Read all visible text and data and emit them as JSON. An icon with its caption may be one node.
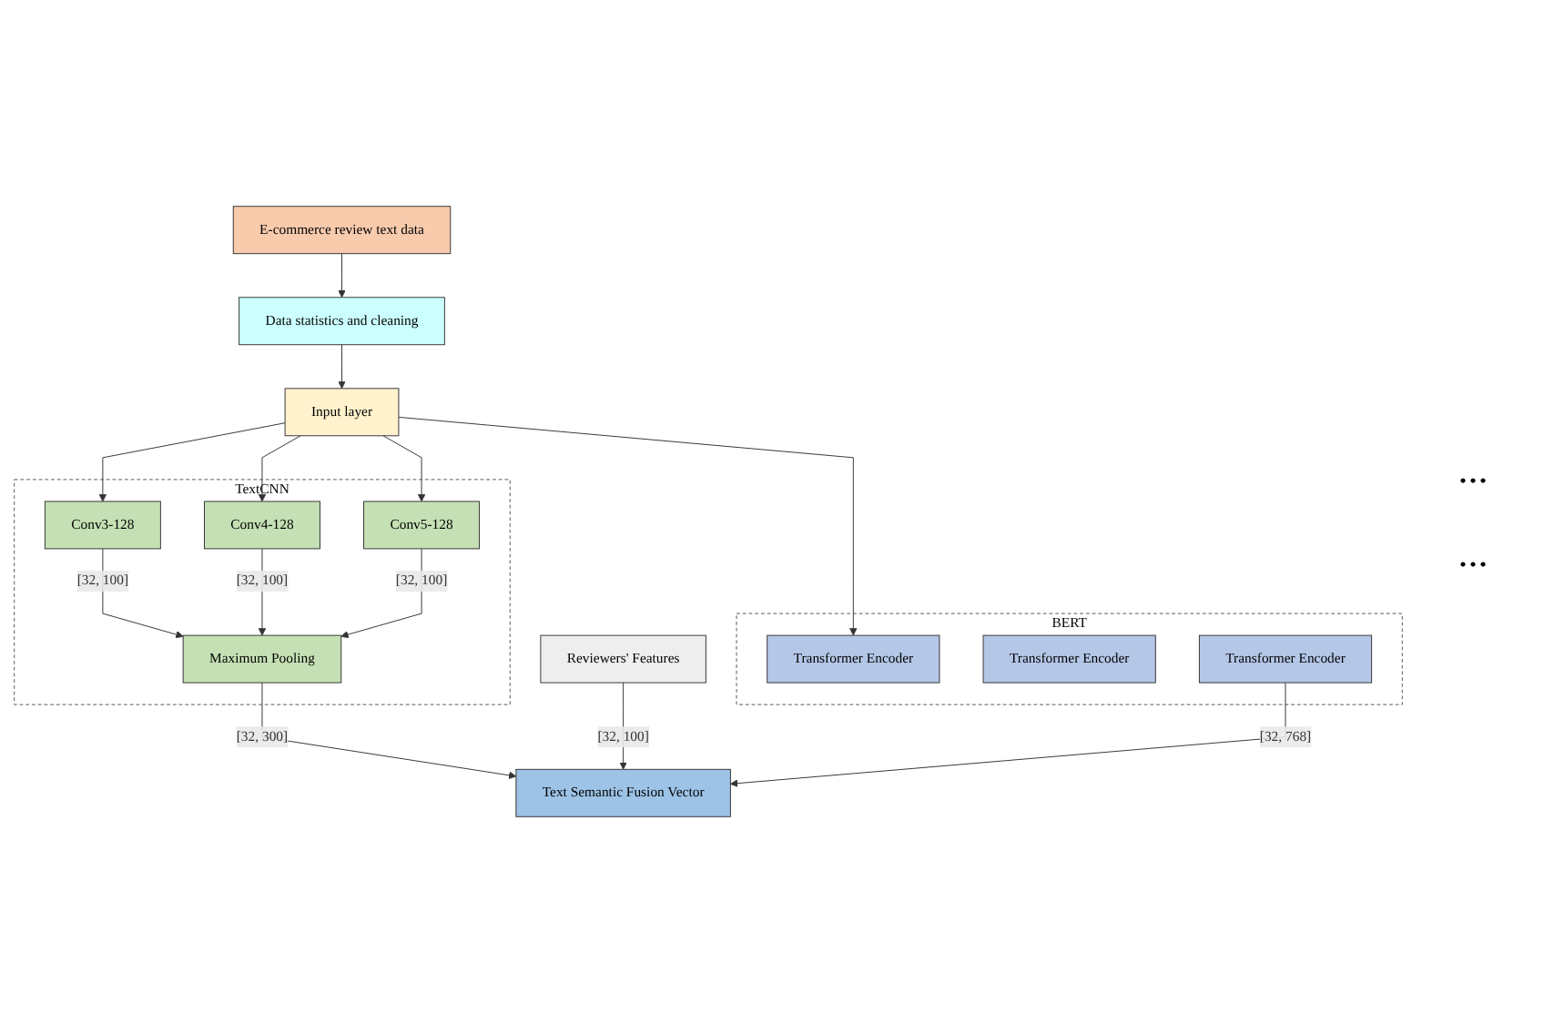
{
  "diagram": {
    "nodes": [
      {
        "text": [
          "E-commerce review text data"
        ]
      },
      {
        "text": [
          "Data statistics and cleaning"
        ]
      },
      {
        "text": [
          "Input layer"
        ]
      },
      {
        "text": [
          "TextCNN"
        ]
      },
      {
        "text": [
          "Conv3-128"
        ],
        "in": 3
      },
      {
        "text": [
          "Conv4-128"
        ],
        "in": 3
      },
      {
        "text": [
          "Conv5-128"
        ],
        "in": 3
      },
      {
        "text": [
          "Maximum Pooling"
        ],
        "in": 3
      },
      {
        "text": [
          "BERT"
        ]
      },
      {
        "text": [
          "Transformer Encoder"
        ],
        "in": 8
      },
      {
        "text": [
          "Transformer Encoder"
        ],
        "in": 8
      },
      {
        "text": [
          "Transformer Encoder"
        ],
        "in": 8
      },
      {
        "text": [
          "Reviewers' Features"
        ]
      },
      {
        "text": [
          "Text Semantic Fusion Vector"
        ]
      }
    ],
    "edges": [
      {
        "from": 0,
        "to": 1,
        "arrow": "to"
      },
      {
        "from": 1,
        "to": 2,
        "arrow": "to"
      },
      {
        "from": 2,
        "to": 4,
        "arrow": "to"
      },
      {
        "from": 2,
        "to": 5,
        "arrow": "to"
      },
      {
        "from": 2,
        "to": 6,
        "arrow": "to"
      },
      {
        "from": 2,
        "to": 9,
        "arrow": "to"
      },
      {
        "from": 4,
        "to": 7,
        "label": "[32, 100]",
        "arrow": "to"
      },
      {
        "from": 5,
        "to": 7,
        "label": "[32, 100]",
        "arrow": "to"
      },
      {
        "from": 6,
        "to": 7,
        "label": "[32, 100]",
        "arrow": "to"
      },
      {
        "from": 7,
        "to": 13,
        "label": "[32, 300]",
        "arrow": "to"
      },
      {
        "from": 12,
        "to": 13,
        "label": "[32, 100]",
        "arrow": "to"
      },
      {
        "from": 11,
        "to": 13,
        "label": "[32, 768]",
        "arrow": "to"
      }
    ],
    "labels": [
      "...",
      "..."
    ]
  }
}
